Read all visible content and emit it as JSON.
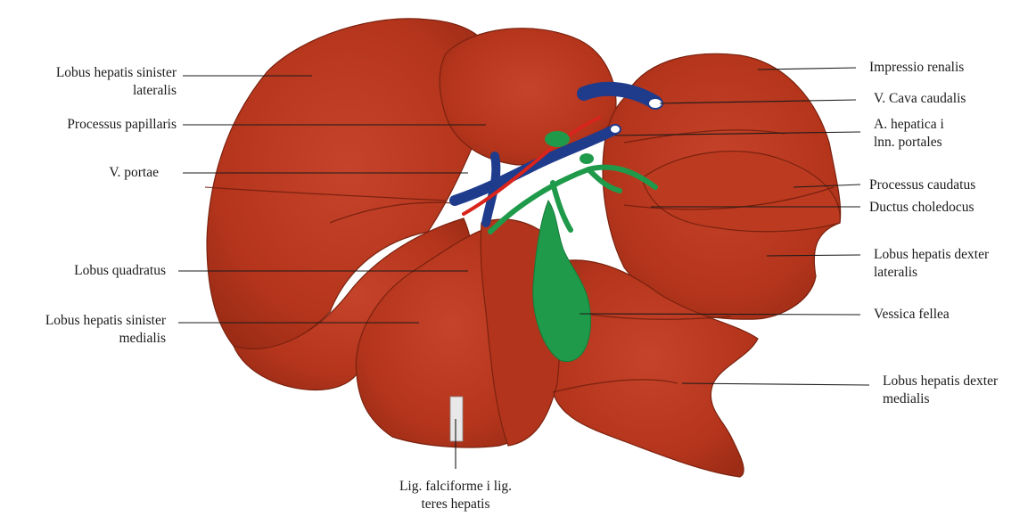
{
  "colors": {
    "liver": "#b8361c",
    "liver_dark": "#8f2a13",
    "liver_light": "#c8472b",
    "vein_blue": "#1f3b8c",
    "artery_red": "#d8241b",
    "bile_green": "#1f9a4a",
    "leader_line": "#1a1a1a"
  },
  "labels": {
    "lobus_sinister_lateralis": [
      "Lobus hepatis sinister",
      "lateralis"
    ],
    "processus_papillaris": [
      "Processus papillaris"
    ],
    "v_portae": [
      "V. portae"
    ],
    "lobus_quadratus": [
      "Lobus quadratus"
    ],
    "lobus_sinister_medialis": [
      "Lobus hepatis sinister",
      "medialis"
    ],
    "impressio_renalis": [
      "Impressio renalis"
    ],
    "v_cava_caudalis": [
      "V. Cava caudalis"
    ],
    "a_hepatica": [
      "A. hepatica i",
      "lnn. portales"
    ],
    "processus_caudatus": [
      "Processus caudatus"
    ],
    "ductus_choledocus": [
      "Ductus choledocus"
    ],
    "lobus_dexter_lateralis": [
      "Lobus hepatis dexter",
      "lateralis"
    ],
    "vessica_fellea": [
      "Vessica fellea"
    ],
    "lobus_dexter_medialis": [
      "Lobus hepatis dexter",
      "medialis"
    ],
    "lig_falciforme": [
      "Lig. falciforme i lig.",
      "teres hepatis"
    ]
  }
}
